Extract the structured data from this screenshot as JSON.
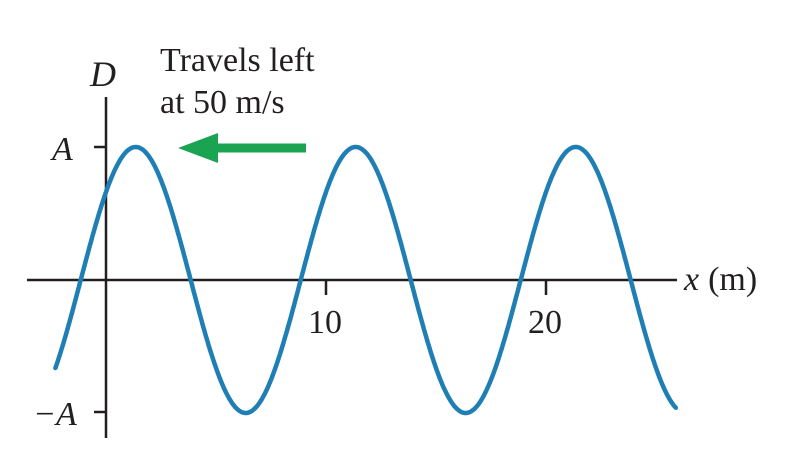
{
  "labels": {
    "y_axis": "D",
    "x_axis_var": "x",
    "x_axis_unit": "(m)",
    "amp_pos": "A",
    "amp_neg": "−A",
    "annotation_line1": "Travels left",
    "annotation_line2": "at 50 m/s"
  },
  "x_ticks": [
    "10",
    "20"
  ],
  "colors": {
    "wave": "#1f7fb5",
    "arrow": "#1aa350",
    "axes": "#231f20"
  },
  "chart_data": {
    "type": "line",
    "wavelength_m": 10,
    "speed_m_per_s": 50,
    "direction": "left",
    "x_range": [
      -2.3,
      25.9
    ],
    "y_range": [
      "-A",
      "A"
    ],
    "x_ticks": [
      10,
      20
    ]
  }
}
